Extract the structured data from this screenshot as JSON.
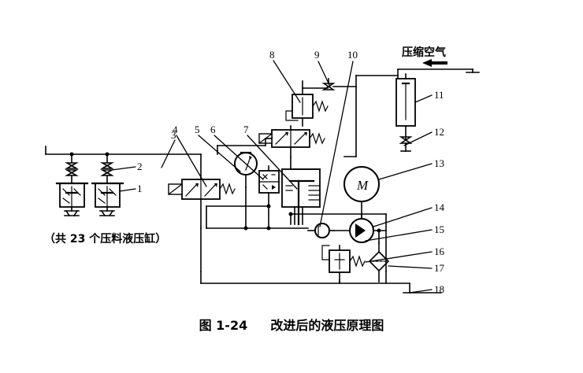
{
  "figure": {
    "caption_number": "图 1-24",
    "caption_title": "改进后的液压原理图",
    "air_supply_label": "压缩空气",
    "cylinder_count_note": "（共 23 个压料液压缸）"
  },
  "callouts": [
    {
      "id": "1",
      "text": "1",
      "component": "pressing-hydraulic-cylinder"
    },
    {
      "id": "2",
      "text": "2",
      "component": "shutoff-valve"
    },
    {
      "id": "3",
      "text": "3",
      "component": "manifold-line"
    },
    {
      "id": "4",
      "text": "4",
      "component": "solenoid-directional-valve"
    },
    {
      "id": "5",
      "text": "5",
      "component": "pressure-gauge"
    },
    {
      "id": "6",
      "text": "6",
      "component": "pilot-valve-block"
    },
    {
      "id": "7",
      "text": "7",
      "component": "main-hydraulic-cylinder"
    },
    {
      "id": "8",
      "text": "8",
      "component": "relief-valve"
    },
    {
      "id": "9",
      "text": "9",
      "component": "stop-valve"
    },
    {
      "id": "10",
      "text": "10",
      "component": "directional-valve-upper"
    },
    {
      "id": "11",
      "text": "11",
      "component": "air-cylinder"
    },
    {
      "id": "12",
      "text": "12",
      "component": "air-shutoff-valve"
    },
    {
      "id": "13",
      "text": "13",
      "component": "electric-motor"
    },
    {
      "id": "14",
      "text": "14",
      "component": "hydraulic-pump"
    },
    {
      "id": "15",
      "text": "15",
      "component": "check-valve"
    },
    {
      "id": "16",
      "text": "16",
      "component": "pressure-relief-valve"
    },
    {
      "id": "17",
      "text": "17",
      "component": "filter"
    },
    {
      "id": "18",
      "text": "18",
      "component": "reservoir-tank"
    }
  ],
  "symbols": {
    "motor_letter": "M"
  },
  "colors": {
    "line": "#000000",
    "background": "#ffffff"
  }
}
